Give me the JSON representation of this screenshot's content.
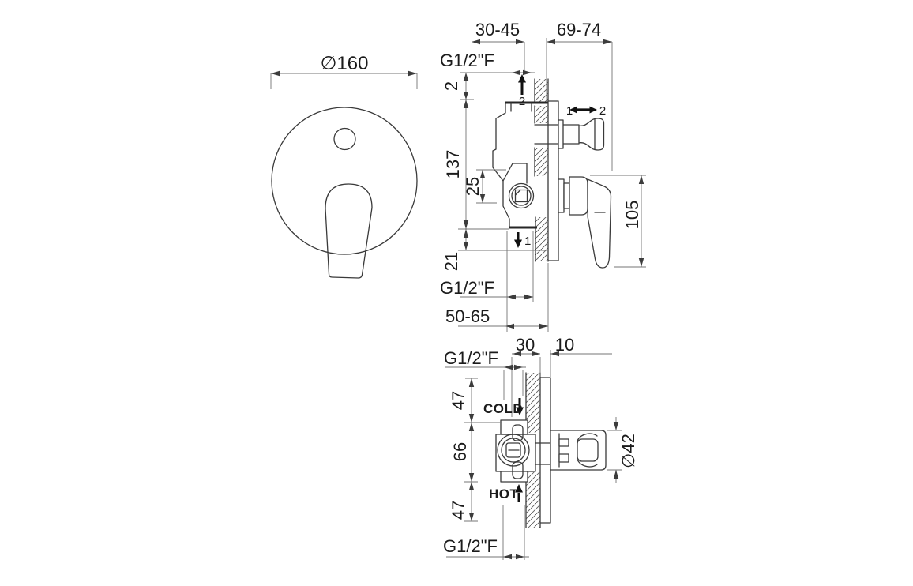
{
  "front_view": {
    "plate_diameter_label": "∅160"
  },
  "side_view": {
    "dim_top_left": "30-45",
    "dim_top_right": "69-74",
    "thread_top": "G1/2\"F",
    "dim_plate_lip": "2",
    "arrow_outlet_label": "2",
    "dim_body_length": "137",
    "dim_inlet_offset": "25",
    "arrow_inlet_label": "1",
    "dim_bottom_gap": "21",
    "dim_handle_length": "105",
    "thread_bottom": "G1/2\"F",
    "dim_bottom_depth": "50-65",
    "diverter_pos_left": "1",
    "diverter_pos_right": "2"
  },
  "bottom_view": {
    "dim_port_depth": "30",
    "dim_plate_thickness": "10",
    "thread_top": "G1/2\"F",
    "dim_cold_offset": "47",
    "dim_body_width": "66",
    "dim_hot_offset": "47",
    "dim_handle_diameter": "∅42",
    "label_cold": "COLD",
    "label_hot": "HOT",
    "thread_bottom": "G1/2\"F"
  }
}
